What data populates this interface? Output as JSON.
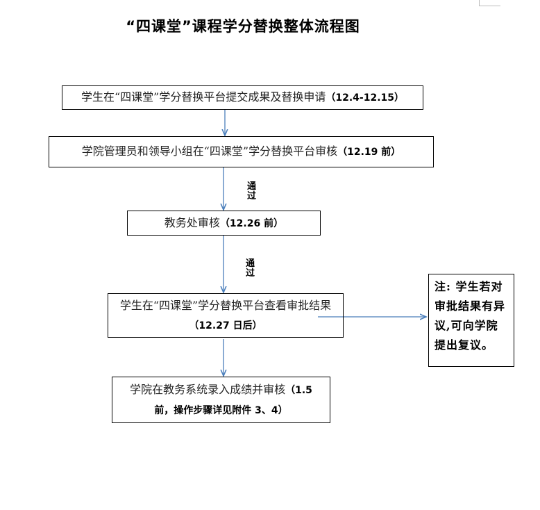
{
  "title": "“四课堂”课程学分替换整体流程图",
  "steps": [
    {
      "text": "学生在“四课堂”学分替换平台提交成果及替换申请",
      "bold": "（12.4-12.15）"
    },
    {
      "text": "学院管理员和领导小组在“四课堂”学分替换平台审核",
      "bold": "（12.19 前）"
    },
    {
      "text": "教务处审核",
      "bold": "（12.26 前）"
    },
    {
      "text": "学生在“四课堂”学分替换平台查看审批结果",
      "bold": "（12.27 日后）"
    },
    {
      "text": "学院在教务系统录入成绩并审核",
      "bold": "（1.5 前，操作步骤详见附件 3、4）"
    }
  ],
  "pass_label_1": "通过",
  "pass_label_2": "通过",
  "note": "注: 学生若对审批结果有异议,可向学院提出复议。",
  "colors": {
    "arrow": "#4a7ebb",
    "border": "#000000"
  }
}
